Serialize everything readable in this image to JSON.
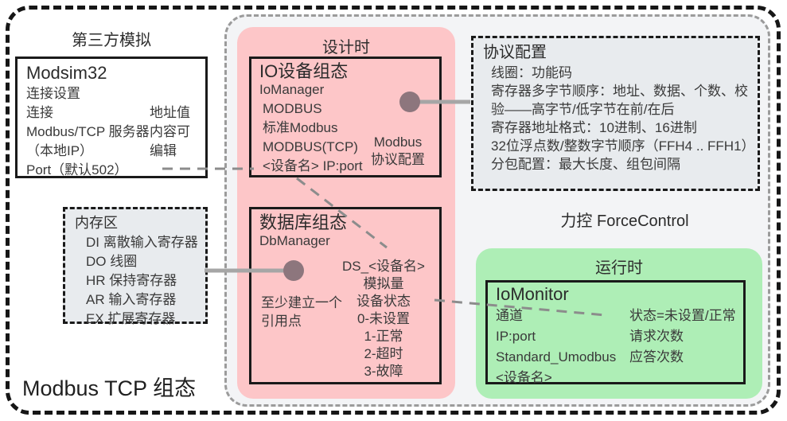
{
  "outer": {
    "bottom_title": "Modbus TCP 组态"
  },
  "third_party": {
    "label": "第三方模拟"
  },
  "modsim": {
    "title": "Modsim32",
    "left": [
      "连接设置",
      "连接",
      "Modbus/TCP 服务器",
      "（本地IP）",
      "Port（默认502）"
    ],
    "right": [
      "地址值",
      "内容可",
      "编辑"
    ]
  },
  "memory": {
    "title": "内存区",
    "items": [
      "DI 离散输入寄存器",
      "DO 线圈",
      "HR 保持寄存器",
      "AR 输入寄存器",
      "EX 扩展寄存器"
    ]
  },
  "forcecontrol": {
    "label": "力控 ForceControl"
  },
  "design": {
    "label": "设计时",
    "io": {
      "title": "IO设备组态",
      "subtitle": "IoManager",
      "items": [
        "MODBUS",
        "标准Modbus",
        "MODBUS(TCP)",
        "<设备名> IP:port"
      ],
      "note": [
        "Modbus",
        "协议配置"
      ]
    },
    "db": {
      "title": "数据库组态",
      "subtitle": "DbManager",
      "note": [
        "至少建立一个",
        "引用点"
      ],
      "items": [
        "DS_<设备名>",
        "模拟量",
        "设备状态",
        "0-未设置",
        "1-正常",
        "2-超时",
        "3-故障"
      ]
    }
  },
  "protocol": {
    "title": "协议配置",
    "items": [
      "线圈：功能码",
      "寄存器多字节顺序：地址、数据、个数、校验——高字节/低字节在前/在后",
      "寄存器地址格式：10进制、16进制",
      "32位浮点数/整数字节顺序（FFH4 .. FFH1）",
      "分包配置：最大长度、组包间隔"
    ]
  },
  "runtime": {
    "label": "运行时",
    "monitor": {
      "title": "IoMonitor",
      "left": [
        "通道",
        "IP:port",
        "Standard_Umodbus",
        "<设备名>"
      ],
      "right": [
        "状态=未设置/正常",
        "请求次数",
        "应答次数"
      ]
    }
  },
  "colors": {
    "design_bg": "#fdc6c8",
    "runtime_bg": "#aeeeb6",
    "gray_panel_bg": "#e8ebee",
    "container_bg": "#f3f4f6",
    "connector_dot": "#8d767d",
    "connector_line": "#a6a6a6",
    "dashed_link": "#8c8c8c"
  }
}
